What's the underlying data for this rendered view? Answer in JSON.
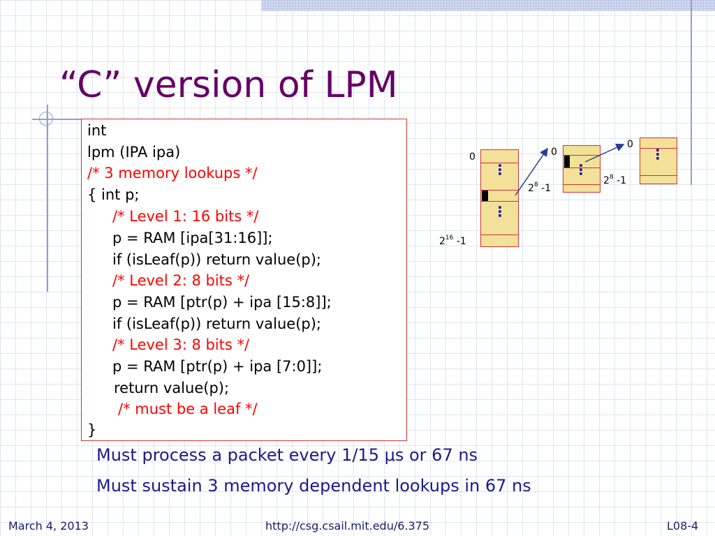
{
  "slide": {
    "title": "“C” version of LPM",
    "code": [
      {
        "text": "int",
        "color": "black"
      },
      {
        "text": "lpm (IPA ipa)",
        "color": "black"
      },
      {
        "text": "/*  3 memory lookups */",
        "color": "red"
      },
      {
        "text": "{  int p;",
        "color": "black"
      },
      {
        "text": "/*  Level 1: 16 bits  */",
        "color": "red"
      },
      {
        "text": "p = RAM [ipa[31:16]];",
        "color": "black"
      },
      {
        "text": "if (isLeaf(p)) return value(p);",
        "color": "black"
      },
      {
        "text": "/*  Level 2: 8 bits  */",
        "color": "red"
      },
      {
        "text": "p = RAM [ptr(p) + ipa [15:8]];",
        "color": "black"
      },
      {
        "text": "if (isLeaf(p)) return value(p);",
        "color": "black"
      },
      {
        "text": "/*  Level 3:  8 bits  */",
        "color": "red"
      },
      {
        "text": "p = RAM [ptr(p) + ipa [7:0]];",
        "color": "black"
      },
      {
        "text": "return value(p);",
        "color": "black"
      },
      {
        "text": "/* must be a leaf */",
        "color": "red"
      },
      {
        "text": "}",
        "color": "black"
      }
    ],
    "bullets": [
      "Must process a packet every 1/15 μs or 67 ns",
      "Must sustain 3 memory dependent lookups in 67 ns"
    ],
    "diagram": {
      "table1": {
        "top_label": "0",
        "bottom_base": "2",
        "bottom_exp": "16",
        "bottom_suffix": " -1"
      },
      "table2": {
        "top_label": "0",
        "bottom_base": "2",
        "bottom_exp": "8",
        "bottom_suffix": " -1"
      },
      "table3": {
        "top_label": "0",
        "bottom_base": "2",
        "bottom_exp": "8",
        "bottom_suffix": " -1"
      },
      "ellipsis": "⋮"
    }
  },
  "footer": {
    "date": "March 4, 2013",
    "url": "http://csg.csail.mit.edu/6.375",
    "slide_number": "L08-4"
  },
  "colors": {
    "title": "#660066",
    "code_red": "#ff0000",
    "box_border": "#cc3333",
    "bullet_text": "#1a1a8c",
    "cell_fill": "#f3e199",
    "arrow": "#2a3d8f"
  }
}
